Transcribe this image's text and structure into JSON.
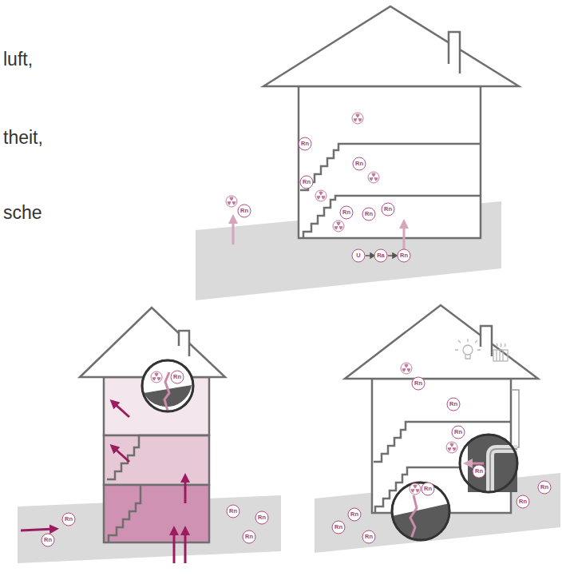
{
  "diagram": {
    "labels": [
      "luft,",
      "theit,",
      "sche",
      "Rn",
      "Rn",
      "Rn",
      "Rn",
      "Rn",
      "Rn",
      "Rn",
      "U",
      "Ra",
      "Rn",
      "Rn",
      "Rn",
      "Rn",
      "Rn",
      "Rn",
      "Rn",
      "Rn",
      "Rn",
      "Rn",
      "Rn",
      "Rn",
      "Rn",
      "Rn",
      "Rn",
      "Rn",
      "Rn"
    ]
  }
}
